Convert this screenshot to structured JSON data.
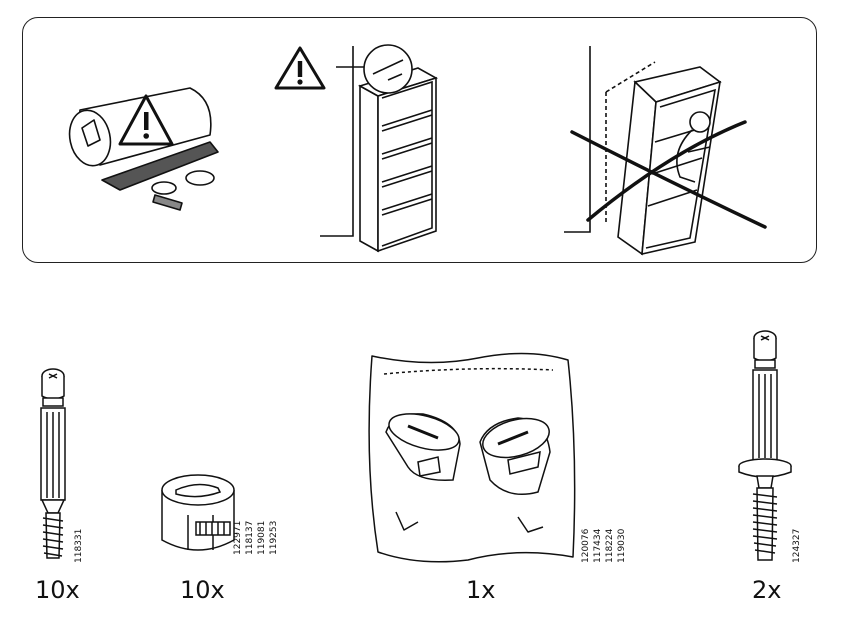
{
  "warning_panel": {
    "illustrations": [
      "wall-anchor-kit-warning",
      "bookcase-wall-anchor-warning",
      "tipping-bookcase-prohibited"
    ]
  },
  "parts": [
    {
      "name": "dowel-screw",
      "quantity": "10x",
      "codes": [
        "118331"
      ]
    },
    {
      "name": "cam-lock",
      "quantity": "10x",
      "codes": [
        "122971",
        "118137",
        "119081",
        "119253"
      ]
    },
    {
      "name": "spare-cam-lock-bag",
      "quantity": "1x",
      "codes": [
        "120076",
        "117434",
        "118224",
        "119030"
      ]
    },
    {
      "name": "shelf-connector-bolt",
      "quantity": "2x",
      "codes": [
        "124327"
      ]
    }
  ]
}
